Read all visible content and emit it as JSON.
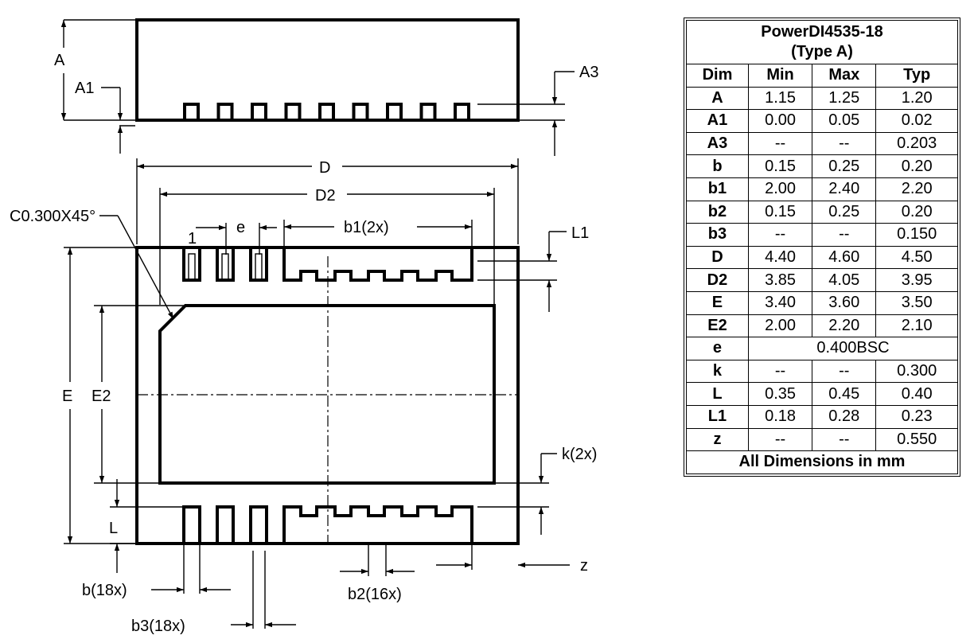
{
  "labels": {
    "A": "A",
    "A1": "A1",
    "A3": "A3",
    "D": "D",
    "D2": "D2",
    "chamfer": "C0.300X45°",
    "pin1": "1",
    "e": "e",
    "b1": "b1(2x)",
    "L1": "L1",
    "E": "E",
    "E2": "E2",
    "k": "k(2x)",
    "L": "L",
    "z": "z",
    "b": "b(18x)",
    "b2": "b2(16x)",
    "b3": "b3(18x)"
  },
  "table": {
    "title_line1": "PowerDI4535-18",
    "title_line2": "(Type A)",
    "headers": [
      "Dim",
      "Min",
      "Max",
      "Typ"
    ],
    "rows": [
      {
        "dim": "A",
        "min": "1.15",
        "max": "1.25",
        "typ": "1.20"
      },
      {
        "dim": "A1",
        "min": "0.00",
        "max": "0.05",
        "typ": "0.02"
      },
      {
        "dim": "A3",
        "min": "--",
        "max": "--",
        "typ": "0.203"
      },
      {
        "dim": "b",
        "min": "0.15",
        "max": "0.25",
        "typ": "0.20"
      },
      {
        "dim": "b1",
        "min": "2.00",
        "max": "2.40",
        "typ": "2.20"
      },
      {
        "dim": "b2",
        "min": "0.15",
        "max": "0.25",
        "typ": "0.20"
      },
      {
        "dim": "b3",
        "min": "--",
        "max": "--",
        "typ": "0.150"
      },
      {
        "dim": "D",
        "min": "4.40",
        "max": "4.60",
        "typ": "4.50"
      },
      {
        "dim": "D2",
        "min": "3.85",
        "max": "4.05",
        "typ": "3.95"
      },
      {
        "dim": "E",
        "min": "3.40",
        "max": "3.60",
        "typ": "3.50"
      },
      {
        "dim": "E2",
        "min": "2.00",
        "max": "2.20",
        "typ": "2.10"
      },
      {
        "dim": "e",
        "span": "0.400BSC"
      },
      {
        "dim": "k",
        "min": "--",
        "max": "--",
        "typ": "0.300"
      },
      {
        "dim": "L",
        "min": "0.35",
        "max": "0.45",
        "typ": "0.40"
      },
      {
        "dim": "L1",
        "min": "0.18",
        "max": "0.28",
        "typ": "0.23"
      },
      {
        "dim": "z",
        "min": "--",
        "max": "--",
        "typ": "0.550"
      }
    ],
    "footer": "All Dimensions in mm"
  }
}
